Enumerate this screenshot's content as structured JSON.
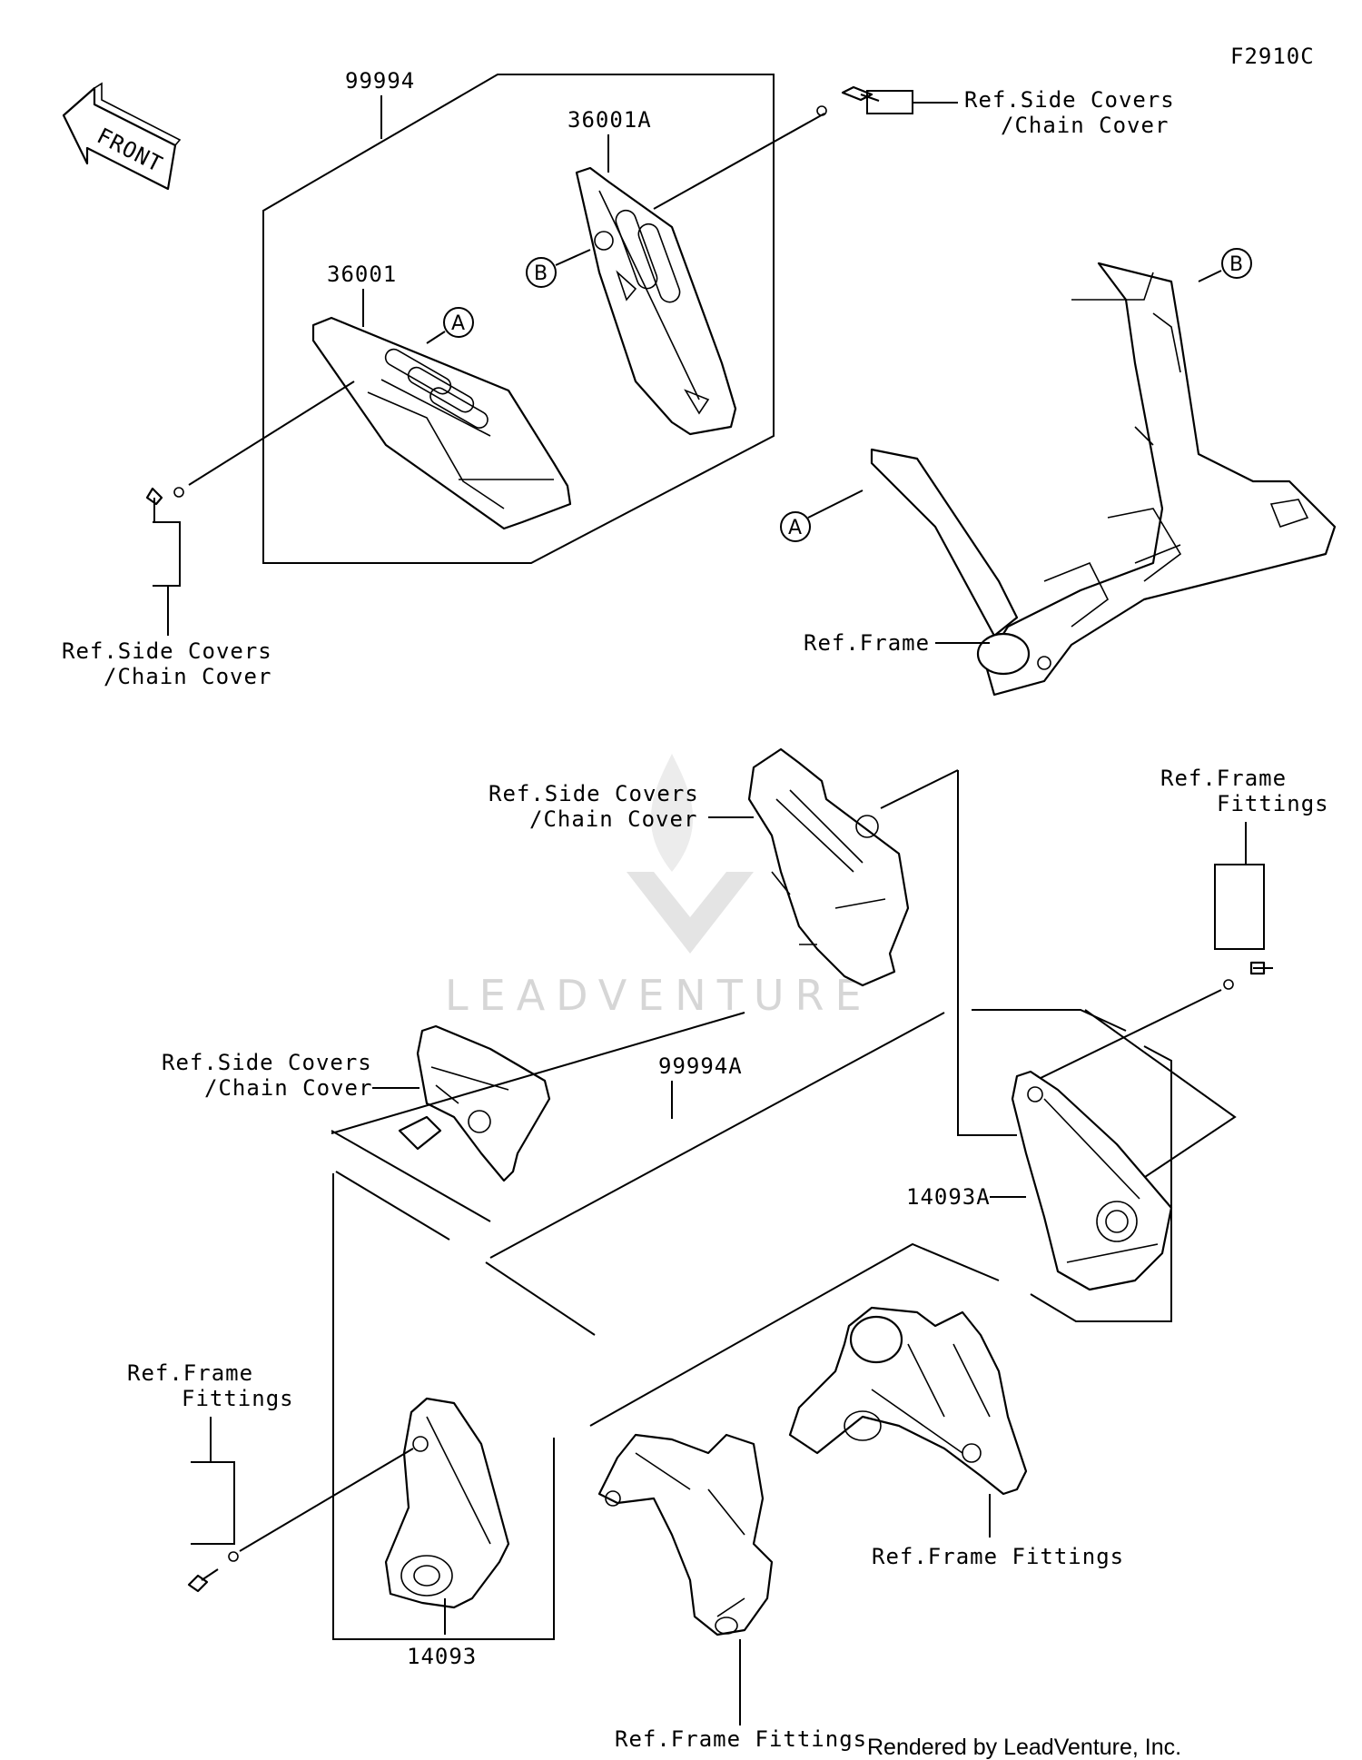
{
  "diagram_code": "F2910C",
  "front_arrow_label": "FRONT",
  "watermark": "LEADVENTURE",
  "footer": "Rendered by LeadVenture, Inc.",
  "callouts": {
    "kit_upper": "99994",
    "cover_left": "36001",
    "cover_right": "36001A",
    "kit_lower": "99994A",
    "guard_right": "14093A",
    "guard_left": "14093",
    "ref_frame": "Ref.Frame",
    "ref_frame_fittings_right_1": "Ref.Frame",
    "ref_frame_fittings_right_2": "Fittings",
    "ref_frame_fittings_left_1": "Ref.Frame",
    "ref_frame_fittings_left_2": "Fittings",
    "ref_frame_fittings_center": "Ref.Frame Fittings",
    "ref_frame_fittings_bottom": "Ref.Frame Fittings",
    "ref_side_covers_tr_1": "Ref.Side Covers",
    "ref_side_covers_tr_2": "/Chain Cover",
    "ref_side_covers_ul_1": "Ref.Side Covers",
    "ref_side_covers_ul_2": "/Chain Cover",
    "ref_side_covers_mid_1": "Ref.Side Covers",
    "ref_side_covers_mid_2": "/Chain Cover",
    "ref_side_covers_lower_1": "Ref.Side Covers",
    "ref_side_covers_lower_2": "/Chain Cover"
  },
  "markers": {
    "a1": "A",
    "a2": "A",
    "b1": "B",
    "b2": "B"
  }
}
